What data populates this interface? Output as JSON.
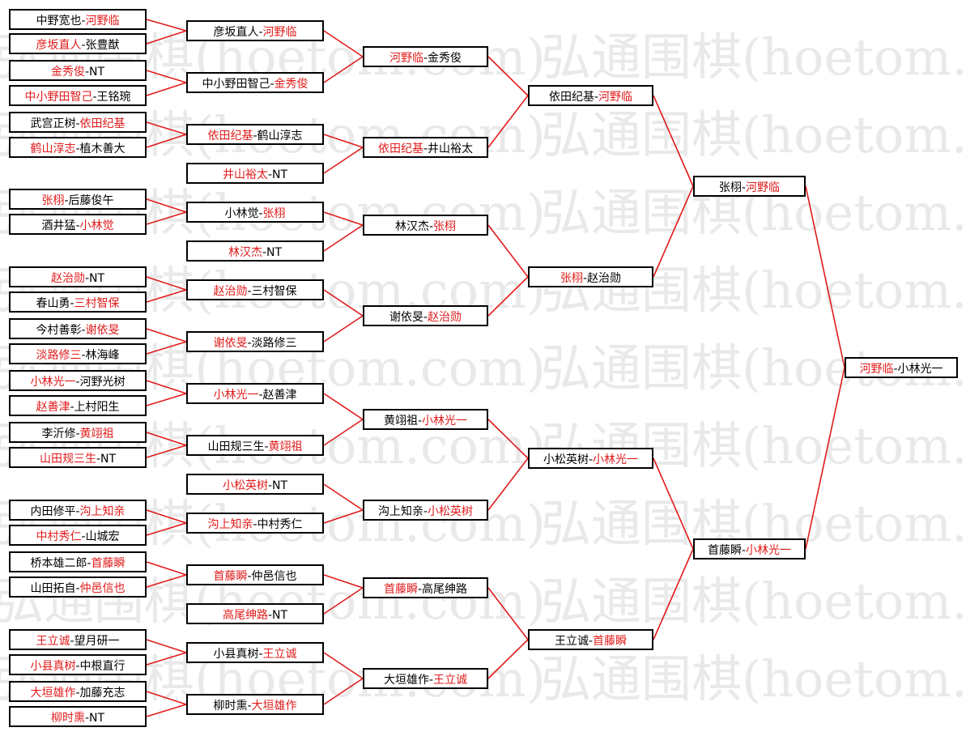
{
  "watermark": "弘通围棋(hoetom.com)",
  "colors": {
    "winner": "#e11b1b",
    "line": "#e11b1b",
    "border": "#000000"
  },
  "matches": [
    {
      "id": "r1m1",
      "a": "中野宽也",
      "b": "河野临",
      "winner": "b"
    },
    {
      "id": "r1m2",
      "a": "彦坂直人",
      "b": "张豊猷",
      "winner": "a"
    },
    {
      "id": "r1m3",
      "a": "金秀俊",
      "b": "NT",
      "winner": "a"
    },
    {
      "id": "r1m4",
      "a": "中小野田智己",
      "b": "王铭琬",
      "winner": "a"
    },
    {
      "id": "r1m5",
      "a": "武宫正树",
      "b": "依田纪基",
      "winner": "b"
    },
    {
      "id": "r1m6",
      "a": "鹤山淳志",
      "b": "植木善大",
      "winner": "a"
    },
    {
      "id": "r1m7",
      "a": "张栩",
      "b": "后藤俊午",
      "winner": "a"
    },
    {
      "id": "r1m8",
      "a": "酒井猛",
      "b": "小林觉",
      "winner": "b"
    },
    {
      "id": "r1m9",
      "a": "赵治勋",
      "b": "NT",
      "winner": "a"
    },
    {
      "id": "r1m10",
      "a": "春山勇",
      "b": "三村智保",
      "winner": "b"
    },
    {
      "id": "r1m11",
      "a": "今村善彰",
      "b": "谢依旻",
      "winner": "b"
    },
    {
      "id": "r1m12",
      "a": "淡路修三",
      "b": "林海峰",
      "winner": "a"
    },
    {
      "id": "r1m13",
      "a": "小林光一",
      "b": "河野光树",
      "winner": "a"
    },
    {
      "id": "r1m14",
      "a": "赵善津",
      "b": "上村阳生",
      "winner": "a"
    },
    {
      "id": "r1m15",
      "a": "李沂修",
      "b": "黄翊祖",
      "winner": "b"
    },
    {
      "id": "r1m16",
      "a": "山田规三生",
      "b": "NT",
      "winner": "a"
    },
    {
      "id": "r1m17",
      "a": "内田修平",
      "b": "沟上知亲",
      "winner": "b"
    },
    {
      "id": "r1m18",
      "a": "中村秀仁",
      "b": "山城宏",
      "winner": "a"
    },
    {
      "id": "r1m19",
      "a": "桥本雄二郎",
      "b": "首藤瞬",
      "winner": "b"
    },
    {
      "id": "r1m20",
      "a": "山田拓自",
      "b": "仲邑信也",
      "winner": "b"
    },
    {
      "id": "r1m21",
      "a": "王立诚",
      "b": "望月研一",
      "winner": "a"
    },
    {
      "id": "r1m22",
      "a": "小县真树",
      "b": "中根直行",
      "winner": "a"
    },
    {
      "id": "r1m23",
      "a": "大垣雄作",
      "b": "加藤充志",
      "winner": "a"
    },
    {
      "id": "r1m24",
      "a": "柳时熏",
      "b": "NT",
      "winner": "a"
    },
    {
      "id": "r2m1",
      "a": "彦坂直人",
      "b": "河野临",
      "winner": "b"
    },
    {
      "id": "r2m2",
      "a": "中小野田智己",
      "b": "金秀俊",
      "winner": "b"
    },
    {
      "id": "r2m3",
      "a": "依田纪基",
      "b": "鹤山淳志",
      "winner": "a"
    },
    {
      "id": "r2m4",
      "a": "井山裕太",
      "b": "NT",
      "winner": "a"
    },
    {
      "id": "r2m5",
      "a": "小林觉",
      "b": "张栩",
      "winner": "b"
    },
    {
      "id": "r2m6",
      "a": "林汉杰",
      "b": "NT",
      "winner": "a"
    },
    {
      "id": "r2m7",
      "a": "赵治勋",
      "b": "三村智保",
      "winner": "a"
    },
    {
      "id": "r2m8",
      "a": "谢依旻",
      "b": "淡路修三",
      "winner": "a"
    },
    {
      "id": "r2m9",
      "a": "小林光一",
      "b": "赵善津",
      "winner": "a"
    },
    {
      "id": "r2m10",
      "a": "山田规三生",
      "b": "黄翊祖",
      "winner": "b"
    },
    {
      "id": "r2m11",
      "a": "小松英树",
      "b": "NT",
      "winner": "a"
    },
    {
      "id": "r2m12",
      "a": "沟上知亲",
      "b": "中村秀仁",
      "winner": "a"
    },
    {
      "id": "r2m13",
      "a": "首藤瞬",
      "b": "仲邑信也",
      "winner": "a"
    },
    {
      "id": "r2m14",
      "a": "高尾绅路",
      "b": "NT",
      "winner": "a"
    },
    {
      "id": "r2m15",
      "a": "小县真树",
      "b": "王立诚",
      "winner": "b"
    },
    {
      "id": "r2m16",
      "a": "柳时熏",
      "b": "大垣雄作",
      "winner": "b"
    },
    {
      "id": "r3m1",
      "a": "河野临",
      "b": "金秀俊",
      "winner": "a"
    },
    {
      "id": "r3m2",
      "a": "依田纪基",
      "b": "井山裕太",
      "winner": "a"
    },
    {
      "id": "r3m3",
      "a": "林汉杰",
      "b": "张栩",
      "winner": "b"
    },
    {
      "id": "r3m4",
      "a": "谢依旻",
      "b": "赵治勋",
      "winner": "b"
    },
    {
      "id": "r3m5",
      "a": "黄翊祖",
      "b": "小林光一",
      "winner": "b"
    },
    {
      "id": "r3m6",
      "a": "沟上知亲",
      "b": "小松英树",
      "winner": "b"
    },
    {
      "id": "r3m7",
      "a": "首藤瞬",
      "b": "高尾绅路",
      "winner": "a"
    },
    {
      "id": "r3m8",
      "a": "大垣雄作",
      "b": "王立诚",
      "winner": "b"
    },
    {
      "id": "r4m1",
      "a": "依田纪基",
      "b": "河野临",
      "winner": "b"
    },
    {
      "id": "r4m2",
      "a": "张栩",
      "b": "赵治勋",
      "winner": "a"
    },
    {
      "id": "r4m3",
      "a": "小松英树",
      "b": "小林光一",
      "winner": "b"
    },
    {
      "id": "r4m4",
      "a": "王立诚",
      "b": "首藤瞬",
      "winner": "b"
    },
    {
      "id": "r5m1",
      "a": "张栩",
      "b": "河野临",
      "winner": "b"
    },
    {
      "id": "r5m2",
      "a": "首藤瞬",
      "b": "小林光一",
      "winner": "b"
    },
    {
      "id": "final",
      "a": "河野临",
      "b": "小林光一",
      "winner": "a"
    }
  ]
}
